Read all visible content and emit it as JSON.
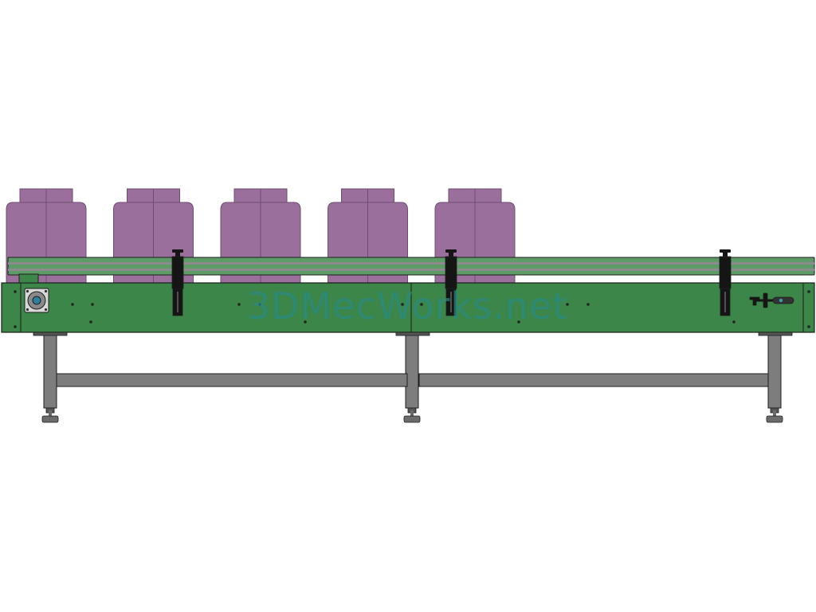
{
  "drawing": {
    "watermark": "3DMecWorks.net",
    "colors": {
      "background": "#ffffff",
      "frame_green": "#3b8648",
      "frame_green_dark": "#2e6c3a",
      "rail_green": "#5d9c66",
      "rail_stripe": "#8c8c8c",
      "bottle_purple": "#9b6f9c",
      "bottle_line": "#6d4d70",
      "leg_gray": "#7d7d7d",
      "leg_dark": "#555555",
      "foot_gray": "#6b6b6b",
      "bracket_black": "#151515",
      "outline": "#1d1d1d",
      "watermark": "#2a8a86"
    },
    "parts": {
      "bottle_count": 5,
      "guide_bracket_count": 3,
      "leg_count": 3
    }
  }
}
